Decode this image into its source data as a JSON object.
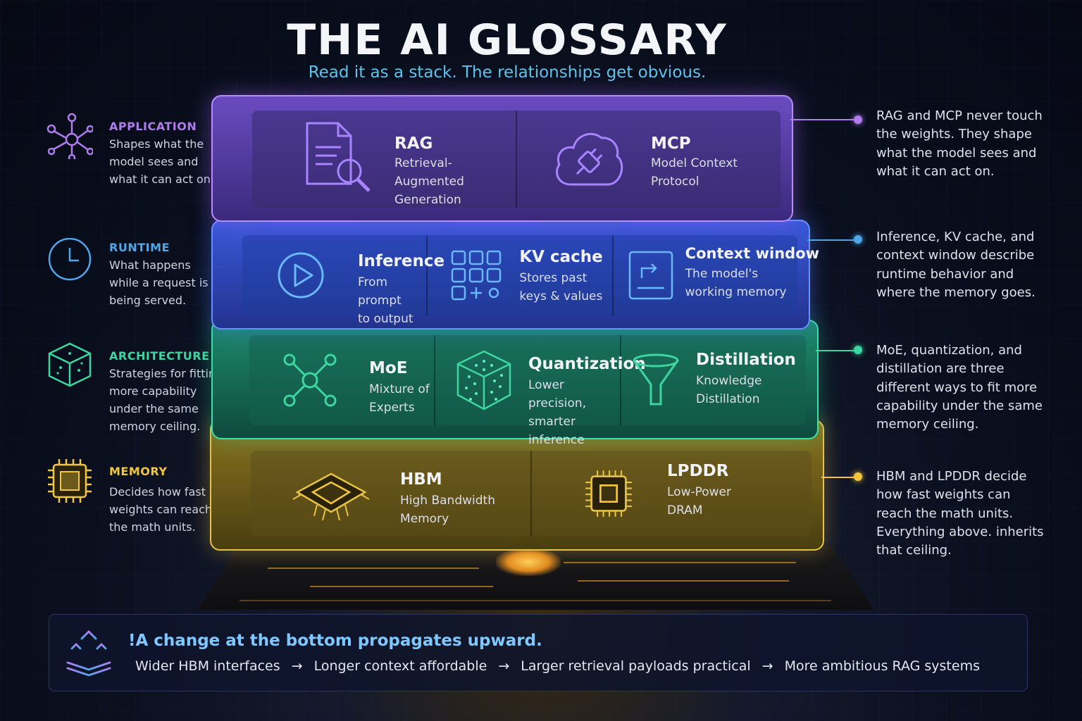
{
  "title": "THE AI GLOSSARY",
  "subtitle": "Read it as a stack. The relationships get obvious.",
  "colors": {
    "application": "#b07cf0",
    "runtime": "#4fa6e8",
    "architecture": "#3ed6a0",
    "memory": "#f2c73e"
  },
  "legend": [
    {
      "name": "APPLICATION",
      "desc": "Shapes what the model sees and what it can act on.",
      "icon": "network-nodes-icon"
    },
    {
      "name": "RUNTIME",
      "desc": "What happens while a request is being served.",
      "icon": "clock-icon"
    },
    {
      "name": "ARCHITECTURE",
      "desc": "Strategies for fitting more capability under the same memory ceiling.",
      "icon": "cube-icon"
    },
    {
      "name": "MEMORY",
      "desc": "Decides how fast weights can reach the math units.",
      "icon": "chip-icon"
    }
  ],
  "layers": {
    "application": [
      {
        "title": "RAG",
        "sub": "Retrieval-Augmented\nGeneration",
        "icon": "document-search-icon"
      },
      {
        "title": "MCP",
        "sub": "Model Context\nProtocol",
        "icon": "cloud-plug-icon"
      }
    ],
    "runtime": [
      {
        "title": "Inference",
        "sub": "From prompt\nto output",
        "icon": "play-icon"
      },
      {
        "title": "KV cache",
        "sub": "Stores past\nkeys & values",
        "icon": "grid-icon"
      },
      {
        "title": "Context window",
        "sub": "The model's\nworking memory",
        "icon": "window-icon"
      }
    ],
    "architecture": [
      {
        "title": "MoE",
        "sub": "Mixture of\nExperts",
        "icon": "hub-icon"
      },
      {
        "title": "Quantization",
        "sub": "Lower precision,\nsmarter inference",
        "icon": "dotted-cube-icon"
      },
      {
        "title": "Distillation",
        "sub": "Knowledge\nDistillation",
        "icon": "funnel-icon"
      }
    ],
    "memory": [
      {
        "title": "HBM",
        "sub": "High Bandwidth\nMemory",
        "icon": "chip-icon"
      },
      {
        "title": "LPDDR",
        "sub": "Low-Power\nDRAM",
        "icon": "chip-icon"
      }
    ]
  },
  "notes": [
    "RAG and MCP never touch the weights. They shape what the model sees and what it can act on.",
    "Inference, KV cache, and context window describe runtime behavior and where the memory goes.",
    "MoE, quantization, and distillation are three different ways to fit more capability under the same memory ceiling.",
    "HBM and LPDDR decide how fast weights can reach the math units. Everything above. inherits that ceiling."
  ],
  "bottom": {
    "title": "!A change at the bottom propagates upward.",
    "flow": [
      "Wider HBM interfaces",
      "Longer context affordable",
      "Larger retrieval payloads practical",
      "More ambitious RAG systems"
    ],
    "arrow": "→",
    "icon": "arrows-up-icon"
  }
}
